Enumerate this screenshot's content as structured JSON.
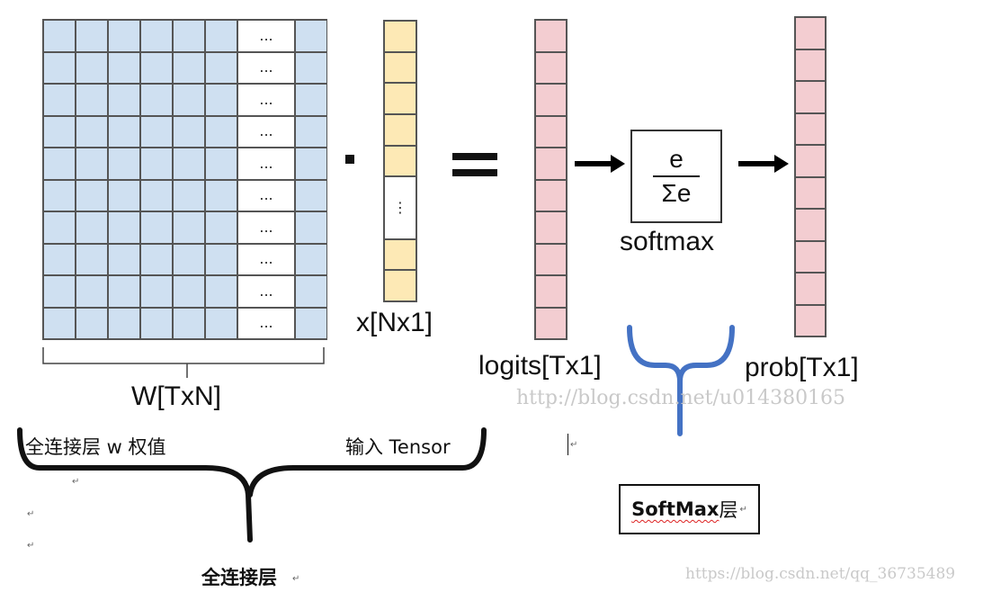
{
  "matrix_w": {
    "label": "W[TxN]",
    "rows": 10,
    "cols": 9,
    "ellipsis_col": 6,
    "ellipsis": "..."
  },
  "vector_x": {
    "label": "x[Nx1]",
    "rows": 9,
    "vdots_row": 6,
    "vdots": "⋮"
  },
  "dot_operator": "·",
  "equals_operator": "=",
  "logits": {
    "label": "logits[Tx1]",
    "rows": 10
  },
  "softmax_box": {
    "numerator": "e",
    "denominator": "Σe",
    "label": "softmax"
  },
  "prob": {
    "label": "prob[Tx1]",
    "rows": 10
  },
  "annotations": {
    "fc_weight": "全连接层 w 权值",
    "input_tensor": "输入 Tensor",
    "fc_layer": "全连接层",
    "softmax_layer_name": "SoftMax",
    "softmax_layer_suffix": "层",
    "return_mark": "↵"
  },
  "watermarks": {
    "center": "http://blog.csdn.net/u014380165",
    "bottom_right": "https://blog.csdn.net/qq_36735489"
  },
  "colors": {
    "matrix": "#cfe0f1",
    "vector": "#fde9b5",
    "logits_prob": "#f3cdd1",
    "brace_blue": "#4472c4"
  }
}
